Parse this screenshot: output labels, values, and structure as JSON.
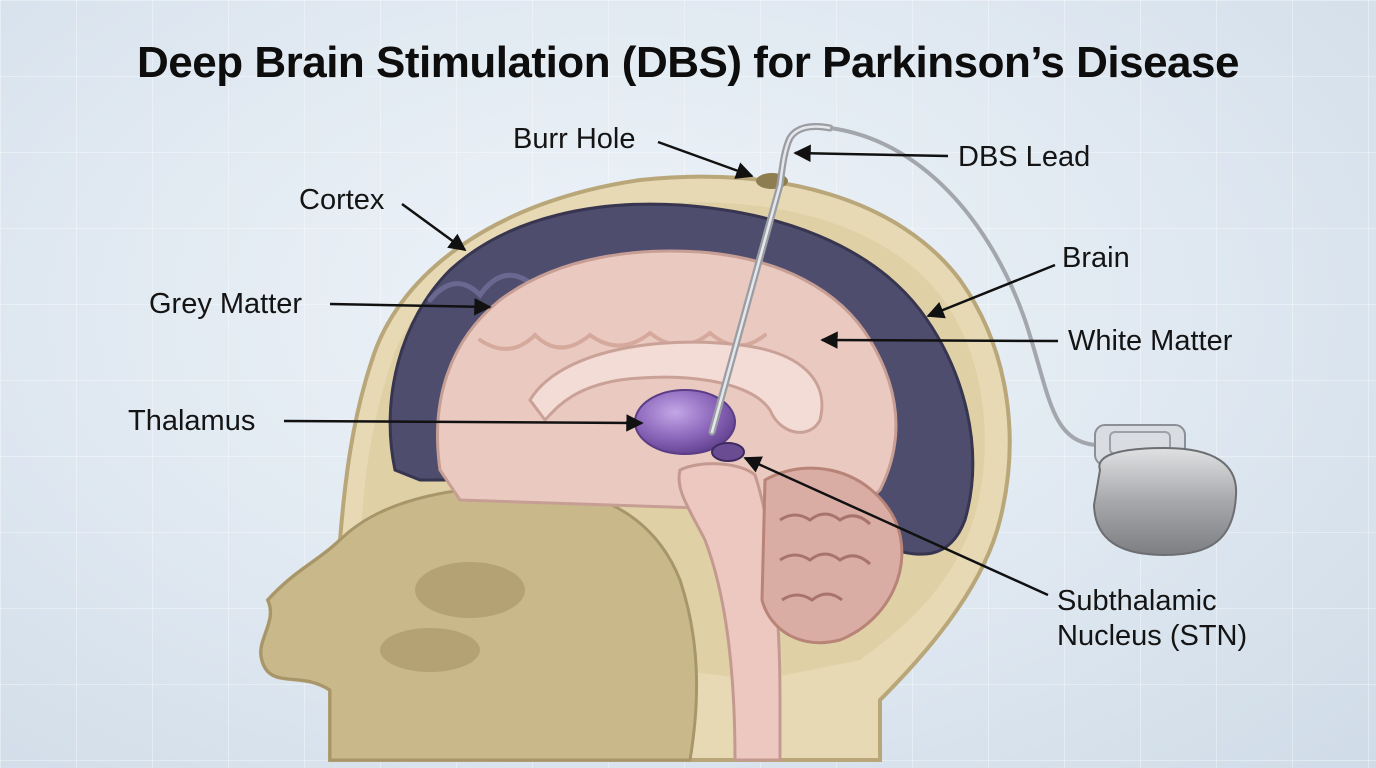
{
  "title": "Deep Brain Stimulation (DBS) for Parkinson’s Disease",
  "labels": {
    "burr_hole": "Burr Hole",
    "dbs_lead": "DBS Lead",
    "cortex": "Cortex",
    "brain": "Brain",
    "grey_matter": "Grey Matter",
    "white_matter": "White Matter",
    "thalamus": "Thalamus",
    "stn_line1": "Subthalamic",
    "stn_line2": "Nucleus (STN)"
  },
  "colors": {
    "skull": "#e6d9b4",
    "grey_matter": "#4f4d6e",
    "white_matter": "#eac9c0",
    "thalamus": "#8a64b8",
    "lead": "#b9bcc2",
    "stimulator": "#a7a8ab"
  }
}
